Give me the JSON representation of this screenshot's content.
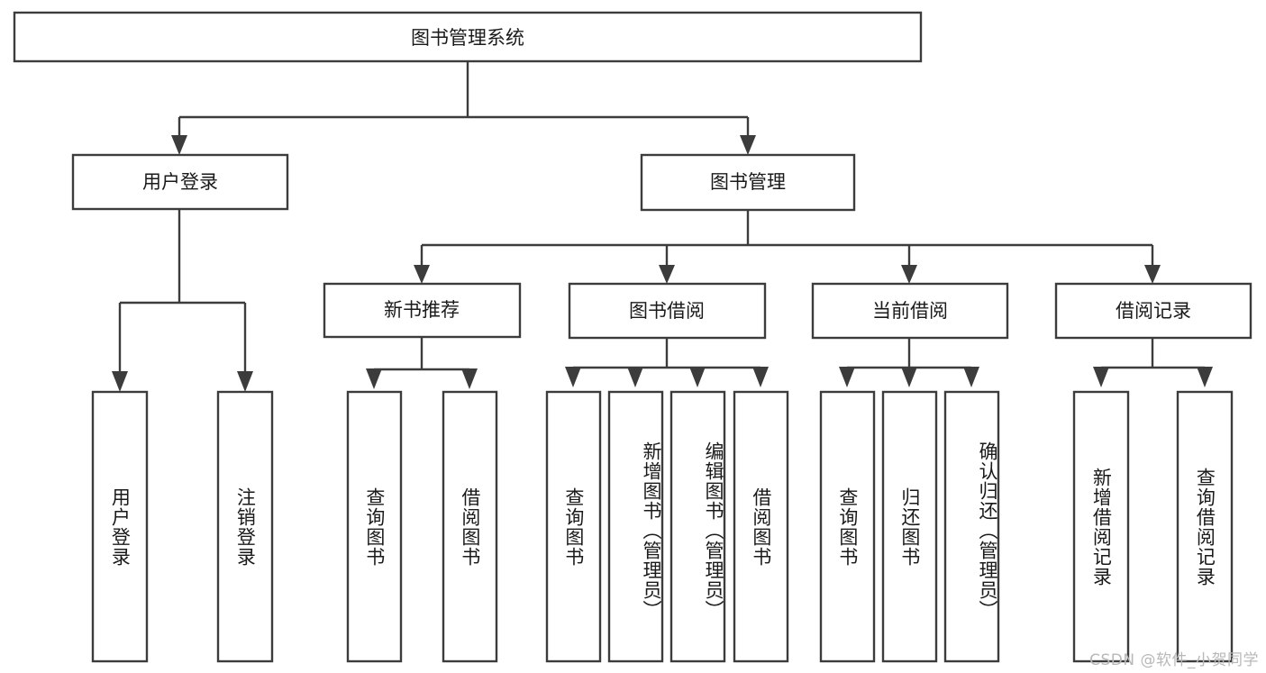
{
  "diagram": {
    "title": "图书管理系统",
    "root": {
      "label": "图书管理系统"
    },
    "level1": [
      {
        "label": "用户登录"
      },
      {
        "label": "图书管理"
      }
    ],
    "level2": [
      {
        "label": "新书推荐"
      },
      {
        "label": "图书借阅"
      },
      {
        "label": "当前借阅"
      },
      {
        "label": "借阅记录"
      }
    ],
    "leaves": {
      "user_login": [
        {
          "label": "用户登录"
        },
        {
          "label": "注销登录"
        }
      ],
      "new_book_recommend": [
        {
          "label": "查询图书"
        },
        {
          "label": "借阅图书"
        }
      ],
      "book_borrow": [
        {
          "label": "查询图书"
        },
        {
          "label": "新增图书（管理员）"
        },
        {
          "label": "编辑图书（管理员）"
        },
        {
          "label": "借阅图书"
        }
      ],
      "current_borrow": [
        {
          "label": "查询图书"
        },
        {
          "label": "归还图书"
        },
        {
          "label": "确认归还（管理员）"
        }
      ],
      "borrow_record": [
        {
          "label": "新增借阅记录"
        },
        {
          "label": "查询借阅记录"
        }
      ]
    }
  },
  "watermark": {
    "text": "CSDN @软件_小贺同学"
  },
  "colors": {
    "stroke": "#3c3c3c",
    "box_fill": "#ffffff",
    "text": "#1a1a1a",
    "background": "#ffffff",
    "watermark": "#b8b8b8"
  }
}
